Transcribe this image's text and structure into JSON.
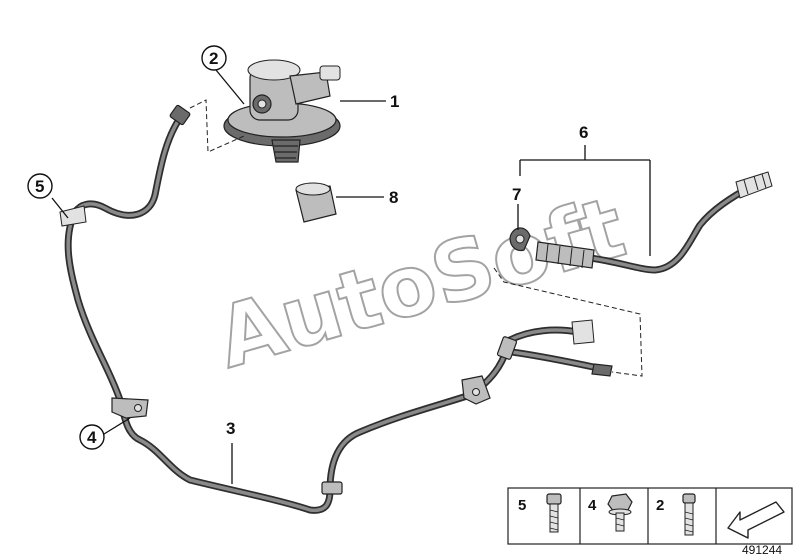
{
  "watermark": {
    "text": "AutoSoft"
  },
  "callouts": [
    {
      "id": "1",
      "label": "1"
    },
    {
      "id": "2",
      "label": "2"
    },
    {
      "id": "3",
      "label": "3"
    },
    {
      "id": "4",
      "label": "4"
    },
    {
      "id": "5",
      "label": "5"
    },
    {
      "id": "6",
      "label": "6"
    },
    {
      "id": "7",
      "label": "7"
    },
    {
      "id": "8",
      "label": "8"
    }
  ],
  "fastener_legend": {
    "items": [
      {
        "number": "5"
      },
      {
        "number": "4"
      },
      {
        "number": "2"
      }
    ]
  },
  "diagram_id": "491244"
}
